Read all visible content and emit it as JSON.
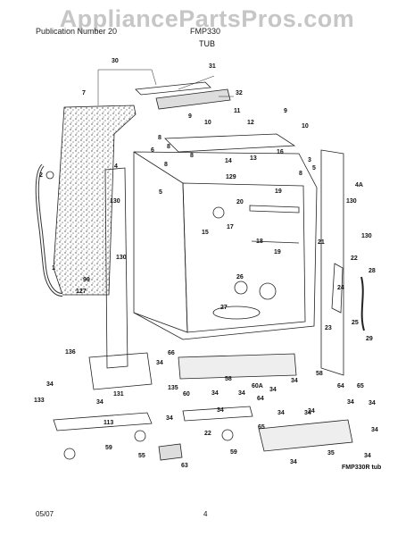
{
  "watermark": "AppliancePartsPros.com",
  "header": {
    "left": "Publication Number 20",
    "right": "FMP330",
    "title": "TUB"
  },
  "footer": {
    "date": "05/07",
    "page": "4"
  },
  "figure_label": "FMP330R tub",
  "part_callouts": [
    {
      "id": "c30",
      "label": "30"
    },
    {
      "id": "c31",
      "label": "31"
    },
    {
      "id": "c32",
      "label": "32"
    },
    {
      "id": "c7",
      "label": "7"
    },
    {
      "id": "c9a",
      "label": "9"
    },
    {
      "id": "c10a",
      "label": "10"
    },
    {
      "id": "c11",
      "label": "11"
    },
    {
      "id": "c12",
      "label": "12"
    },
    {
      "id": "c9b",
      "label": "9"
    },
    {
      "id": "c10b",
      "label": "10"
    },
    {
      "id": "c2",
      "label": "2"
    },
    {
      "id": "c8a",
      "label": "8"
    },
    {
      "id": "c8b",
      "label": "8"
    },
    {
      "id": "c6",
      "label": "6"
    },
    {
      "id": "c8c",
      "label": "8"
    },
    {
      "id": "c8d",
      "label": "8"
    },
    {
      "id": "c14",
      "label": "14"
    },
    {
      "id": "c13",
      "label": "13"
    },
    {
      "id": "c16",
      "label": "16"
    },
    {
      "id": "c3",
      "label": "3"
    },
    {
      "id": "c8e",
      "label": "8"
    },
    {
      "id": "c4",
      "label": "4"
    },
    {
      "id": "c5a",
      "label": "5"
    },
    {
      "id": "c5b",
      "label": "5"
    },
    {
      "id": "c129",
      "label": "129"
    },
    {
      "id": "c4A",
      "label": "4A"
    },
    {
      "id": "c130a",
      "label": "130"
    },
    {
      "id": "c130b",
      "label": "130"
    },
    {
      "id": "c130c",
      "label": "130"
    },
    {
      "id": "c130d",
      "label": "130"
    },
    {
      "id": "c19a",
      "label": "19"
    },
    {
      "id": "c20",
      "label": "20"
    },
    {
      "id": "c15",
      "label": "15"
    },
    {
      "id": "c17",
      "label": "17"
    },
    {
      "id": "c18",
      "label": "18"
    },
    {
      "id": "c19b",
      "label": "19"
    },
    {
      "id": "c21",
      "label": "21"
    },
    {
      "id": "c22a",
      "label": "22"
    },
    {
      "id": "c28",
      "label": "28"
    },
    {
      "id": "c24",
      "label": "24"
    },
    {
      "id": "c1",
      "label": "1"
    },
    {
      "id": "c99",
      "label": "99"
    },
    {
      "id": "c127",
      "label": "127"
    },
    {
      "id": "c26",
      "label": "26"
    },
    {
      "id": "c27",
      "label": "27"
    },
    {
      "id": "c23",
      "label": "23"
    },
    {
      "id": "c25",
      "label": "25"
    },
    {
      "id": "c29",
      "label": "29"
    },
    {
      "id": "c136",
      "label": "136"
    },
    {
      "id": "c66",
      "label": "66"
    },
    {
      "id": "c34a",
      "label": "34"
    },
    {
      "id": "c34b",
      "label": "34"
    },
    {
      "id": "c131",
      "label": "131"
    },
    {
      "id": "c135",
      "label": "135"
    },
    {
      "id": "c60",
      "label": "60"
    },
    {
      "id": "c58a",
      "label": "58"
    },
    {
      "id": "c60A",
      "label": "60A"
    },
    {
      "id": "c58b",
      "label": "58"
    },
    {
      "id": "c34c",
      "label": "34"
    },
    {
      "id": "c34d",
      "label": "34"
    },
    {
      "id": "c34e",
      "label": "34"
    },
    {
      "id": "c34f",
      "label": "34"
    },
    {
      "id": "c64a",
      "label": "64"
    },
    {
      "id": "c64b",
      "label": "64"
    },
    {
      "id": "c65a",
      "label": "65"
    },
    {
      "id": "c34g",
      "label": "34"
    },
    {
      "id": "c34h",
      "label": "34"
    },
    {
      "id": "c34i",
      "label": "34"
    },
    {
      "id": "c34j",
      "label": "34"
    },
    {
      "id": "c34k",
      "label": "34"
    },
    {
      "id": "c133",
      "label": "133"
    },
    {
      "id": "c34l",
      "label": "34"
    },
    {
      "id": "c113",
      "label": "113"
    },
    {
      "id": "c65b",
      "label": "65"
    },
    {
      "id": "c22b",
      "label": "22"
    },
    {
      "id": "c34m",
      "label": "34"
    },
    {
      "id": "c34n",
      "label": "34"
    },
    {
      "id": "c59a",
      "label": "59"
    },
    {
      "id": "c59b",
      "label": "59"
    },
    {
      "id": "c55",
      "label": "55"
    },
    {
      "id": "c63",
      "label": "63"
    },
    {
      "id": "c35",
      "label": "35"
    },
    {
      "id": "c34o",
      "label": "34"
    },
    {
      "id": "c34p",
      "label": "34"
    },
    {
      "id": "c34q",
      "label": "34"
    }
  ]
}
